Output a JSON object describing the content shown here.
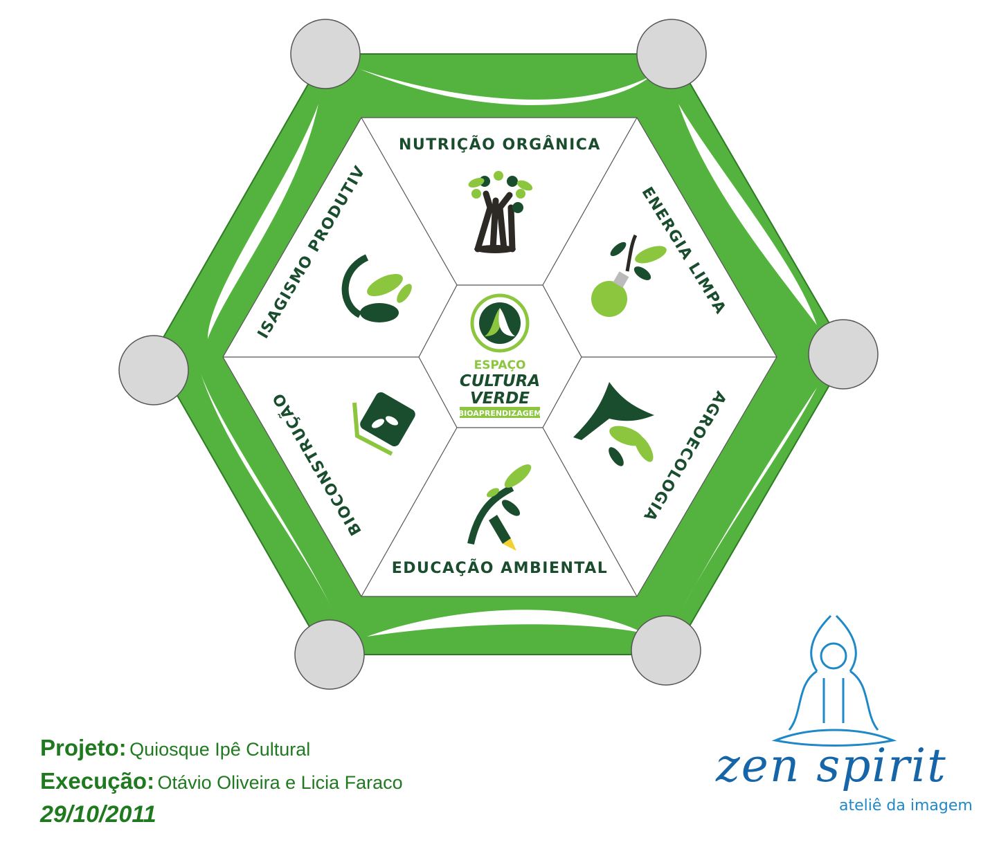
{
  "segments": {
    "nutricao": "NUTRIÇÃO ORGÂNICA",
    "energia": "ENERGIA LIMPA",
    "agroecologia": "AGROECOLOGIA",
    "educacao": "EDUCAÇÃO AMBIENTAL",
    "bioconstrucao": "BIOCONSTRUÇÃO",
    "paisagismo": "PAISAGISMO PRODUTIVO"
  },
  "center": {
    "line1": "ESPAÇO",
    "line2": "CULTURA",
    "line3": "VERDE",
    "line4": "BIOAPRENDIZAGEM"
  },
  "project": {
    "projeto_label": "Projeto:",
    "projeto_value": "Quiosque Ipê Cultural",
    "execucao_label": "Execução:",
    "execucao_value": "Otávio Oliveira e  Licia Faraco",
    "date": "29/10/2011"
  },
  "brand": {
    "name": "zen spirit",
    "tagline": "ateliê da imagem"
  },
  "colors": {
    "frame_green": "#54b33e",
    "dark_green": "#1a4d2e",
    "leaf_light": "#8cc63f",
    "post_gray": "#d8d8d8",
    "text_green": "#1f7a1f",
    "brand_blue": "#1e88c8"
  }
}
